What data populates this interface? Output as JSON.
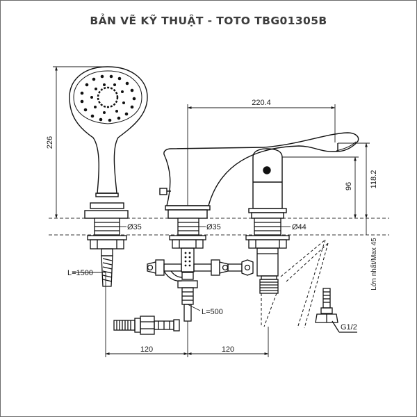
{
  "title": "BẢN VẼ KỸ THUẬT - TOTO TBG01305B",
  "dimensions": {
    "spout_reach": "220.4",
    "handshower_height": "226",
    "spout_height": "118.2",
    "lever_height": "96",
    "hole_handshower": "Ø35",
    "hole_body": "Ø35",
    "hole_mixer": "Ø44",
    "hose_handshower": "L=1500",
    "hose_connector": "L=500",
    "spacing_left": "120",
    "spacing_right": "120",
    "deck_thickness": "Lớn nhất/Max 45",
    "thread": "G1/2"
  }
}
